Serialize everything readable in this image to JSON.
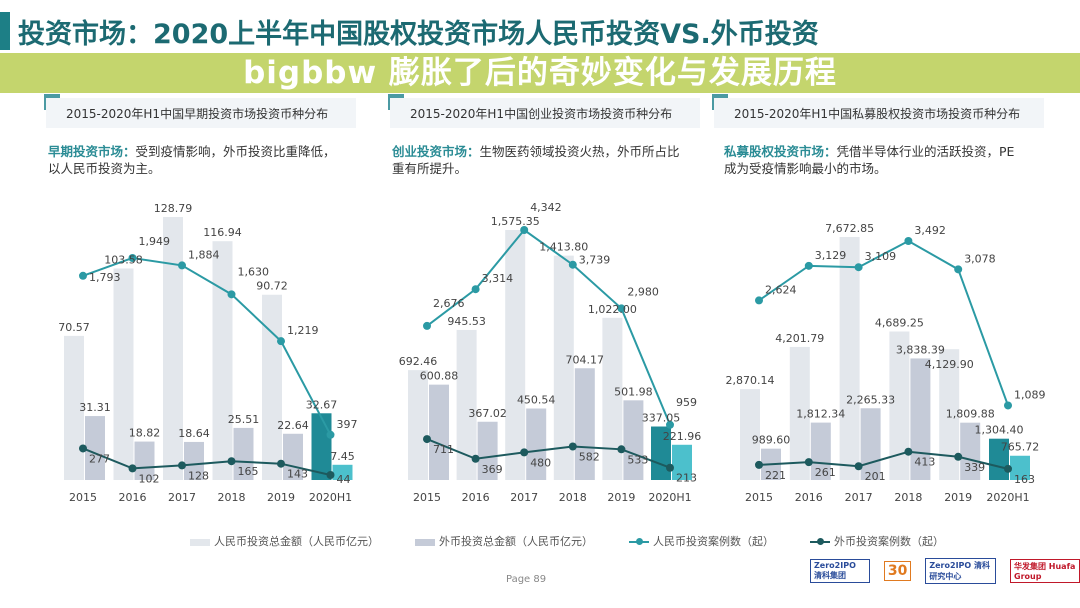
{
  "header": {
    "title": "投资市场：2020上半年中国股权投资市场人民币投资VS.外币投资"
  },
  "panels": [
    {
      "title": "2015-2020年H1中国早期投资市场投资币种分布",
      "desc_key": "早期投资市场：",
      "desc": "受到疫情影响，外币投资比重降低，以人民币投资为主。"
    },
    {
      "title": "2015-2020年H1中国创业投资市场投资币种分布",
      "desc_key": "创业投资市场：",
      "desc": "生物医药领域投资火热，外币所占比重有所提升。"
    },
    {
      "title": "2015-2020年H1中国私募股权投资市场投资币种分布",
      "desc_key": "私募股权投资市场：",
      "desc": "凭借半导体行业的活跃投资，PE成为受疫情影响最小的市场。"
    }
  ],
  "legend": {
    "rmb_amount": "人民币投资总金额（人民币亿元）",
    "fx_amount": "外币投资总金额（人民币亿元）",
    "rmb_cases": "人民币投资案例数（起）",
    "fx_cases": "外币投资案例数（起）"
  },
  "colors": {
    "rmb_bar": "#e3e7ec",
    "fx_bar": "#c5cbd8",
    "rmb_bar_h1": "#1f8a96",
    "fx_bar_h1": "#4cc0cc",
    "rmb_line": "#2b9aa4",
    "fx_line": "#1d5a5e",
    "title": "#1c6a72"
  },
  "page": "Page  89",
  "logos": [
    "Zero2IPO 清科集团",
    "30",
    "Zero2IPO 清科研究中心",
    "华发集团 Huafa Group"
  ],
  "banner": "bigbbw 膨胀了后的奇妙变化与发展历程",
  "chart_data": [
    {
      "type": "bar+line",
      "categories": [
        "2015",
        "2016",
        "2017",
        "2018",
        "2019",
        "2020H1"
      ],
      "series": [
        {
          "name": "人民币投资总金额（人民币亿元）",
          "kind": "bar",
          "values": [
            70.57,
            103.58,
            128.79,
            116.94,
            90.72,
            32.67
          ]
        },
        {
          "name": "外币投资总金额（人民币亿元）",
          "kind": "bar",
          "values": [
            31.31,
            18.82,
            18.64,
            25.51,
            22.64,
            7.45
          ]
        },
        {
          "name": "人民币投资案例数（起）",
          "kind": "line",
          "values": [
            1793,
            1949,
            1884,
            1630,
            1219,
            397
          ]
        },
        {
          "name": "外币投资案例数（起）",
          "kind": "line",
          "values": [
            277,
            102,
            128,
            165,
            143,
            44
          ]
        }
      ]
    },
    {
      "type": "bar+line",
      "categories": [
        "2015",
        "2016",
        "2017",
        "2018",
        "2019",
        "2020H1"
      ],
      "series": [
        {
          "name": "人民币投资总金额（人民币亿元）",
          "kind": "bar",
          "values": [
            692.46,
            945.53,
            1575.35,
            1413.8,
            1022,
            337.05
          ]
        },
        {
          "name": "外币投资总金额（人民币亿元）",
          "kind": "bar",
          "values": [
            600.88,
            367.02,
            450.54,
            704.17,
            501.98,
            221.96
          ]
        },
        {
          "name": "人民币投资案例数（起）",
          "kind": "line",
          "values": [
            2676,
            3314,
            4342,
            3739,
            2980,
            959
          ]
        },
        {
          "name": "外币投资案例数（起）",
          "kind": "line",
          "values": [
            711,
            369,
            480,
            582,
            533,
            213
          ]
        }
      ]
    },
    {
      "type": "bar+line",
      "categories": [
        "2015",
        "2016",
        "2017",
        "2018",
        "2019",
        "2020H1"
      ],
      "series": [
        {
          "name": "人民币投资总金额（人民币亿元）",
          "kind": "bar",
          "values": [
            2870.14,
            4201.79,
            7672.85,
            4689.25,
            4129.9,
            1304.4
          ]
        },
        {
          "name": "外币投资总金额（人民币亿元）",
          "kind": "bar",
          "values": [
            989.6,
            1812.34,
            2265.33,
            3838.39,
            1809.88,
            765.72
          ]
        },
        {
          "name": "人民币投资案例数（起）",
          "kind": "line",
          "values": [
            2624,
            3129,
            3109,
            3492,
            3078,
            1089
          ]
        },
        {
          "name": "外币投资案例数（起）",
          "kind": "line",
          "values": [
            221,
            261,
            201,
            413,
            339,
            163
          ]
        }
      ]
    }
  ]
}
